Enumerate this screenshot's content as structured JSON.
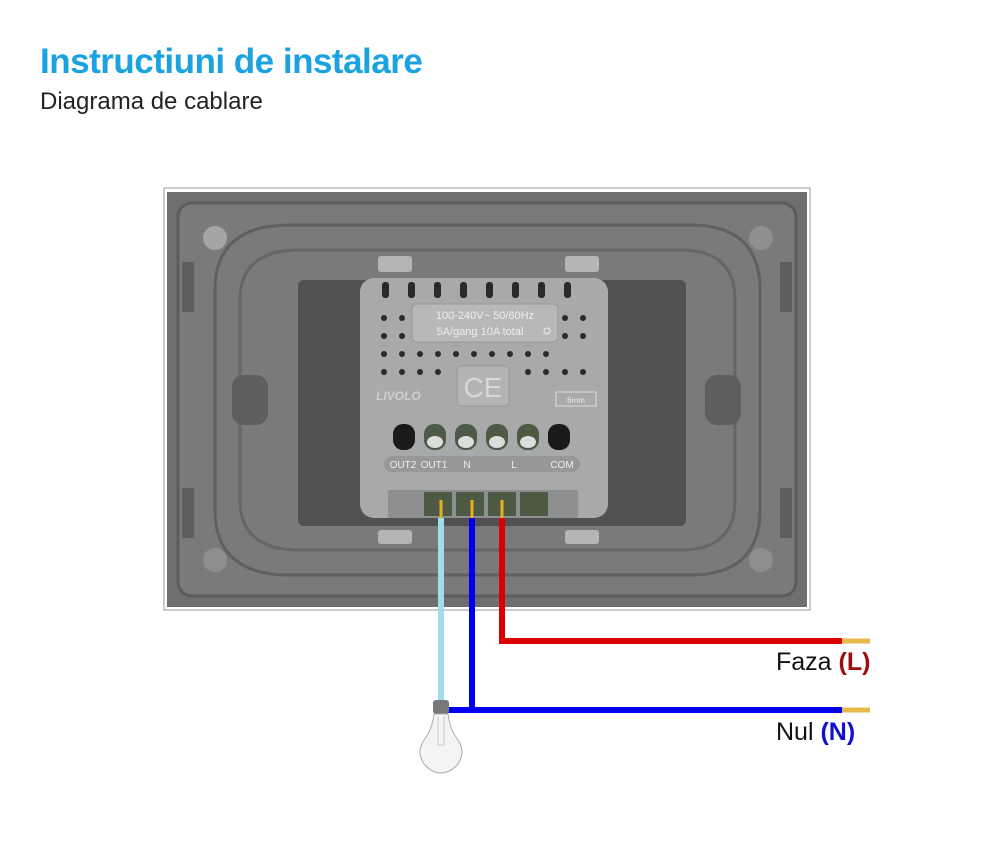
{
  "header": {
    "title": "Instructiuni de instalare",
    "subtitle": "Diagrama de cablare"
  },
  "module": {
    "brand": "LIVOLO",
    "rating_line1": "100-240V~  50/60Hz",
    "rating_line2": "5A/gang 10A total",
    "ce_mark": "CE",
    "strip_length": "6mm",
    "terminals": [
      "OUT2",
      "OUT1",
      "N",
      "L",
      "COM"
    ]
  },
  "wires": {
    "faza": {
      "label": "Faza",
      "code": "(L)",
      "color": "#dd0000"
    },
    "nul": {
      "label": "Nul",
      "code": "(N)",
      "color": "#0000ee"
    },
    "load": {
      "color": "#9fdcee"
    }
  },
  "colors": {
    "accent": "#1aa3e0",
    "plate": "#6f6f70",
    "module": "#a8a9ab"
  }
}
